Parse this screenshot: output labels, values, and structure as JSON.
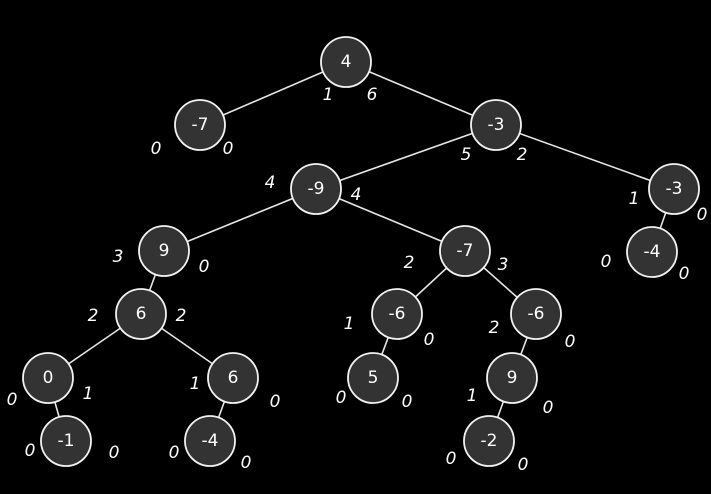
{
  "nodes": [
    {
      "id": "n1",
      "value": "4",
      "left_label": "1",
      "right_label": "6"
    },
    {
      "id": "n2",
      "value": "-7",
      "left_label": "0",
      "right_label": "0"
    },
    {
      "id": "n3",
      "value": "-3",
      "left_label": "5",
      "right_label": "2"
    },
    {
      "id": "n4",
      "value": "-9",
      "left_label": "4",
      "right_label": "4"
    },
    {
      "id": "n5",
      "value": "-3",
      "left_label": "1",
      "right_label": "0"
    },
    {
      "id": "n6",
      "value": "9",
      "left_label": "3",
      "right_label": "0"
    },
    {
      "id": "n7",
      "value": "-7",
      "left_label": "2",
      "right_label": "3"
    },
    {
      "id": "n8",
      "value": "-4",
      "left_label": "0",
      "right_label": "0"
    },
    {
      "id": "n9",
      "value": "6",
      "left_label": "2",
      "right_label": "2"
    },
    {
      "id": "n10",
      "value": "-6",
      "left_label": "1",
      "right_label": "0"
    },
    {
      "id": "n11",
      "value": "-6",
      "left_label": "2",
      "right_label": "0"
    },
    {
      "id": "n12",
      "value": "0",
      "left_label": "0",
      "right_label": "1"
    },
    {
      "id": "n13",
      "value": "6",
      "left_label": "1",
      "right_label": "0"
    },
    {
      "id": "n14",
      "value": "5",
      "left_label": "0",
      "right_label": "0"
    },
    {
      "id": "n15",
      "value": "9",
      "left_label": "1",
      "right_label": "0"
    },
    {
      "id": "n16",
      "value": "-1",
      "left_label": "0",
      "right_label": "0"
    },
    {
      "id": "n17",
      "value": "-4",
      "left_label": "0",
      "right_label": "0"
    },
    {
      "id": "n18",
      "value": "-2",
      "left_label": "0",
      "right_label": "0"
    }
  ],
  "edges": [
    [
      "n1",
      "n2"
    ],
    [
      "n1",
      "n3"
    ],
    [
      "n3",
      "n4"
    ],
    [
      "n3",
      "n5"
    ],
    [
      "n4",
      "n6"
    ],
    [
      "n4",
      "n7"
    ],
    [
      "n5",
      "n8"
    ],
    [
      "n6",
      "n9"
    ],
    [
      "n7",
      "n10"
    ],
    [
      "n7",
      "n11"
    ],
    [
      "n9",
      "n12"
    ],
    [
      "n9",
      "n13"
    ],
    [
      "n10",
      "n14"
    ],
    [
      "n11",
      "n15"
    ],
    [
      "n12",
      "n16"
    ],
    [
      "n13",
      "n17"
    ],
    [
      "n15",
      "n18"
    ]
  ],
  "colors": {
    "background": "#000000",
    "node_fill": "#333333",
    "node_stroke": "#f2f2f2",
    "edge": "#e6e6e6",
    "text": "#ffffff"
  }
}
